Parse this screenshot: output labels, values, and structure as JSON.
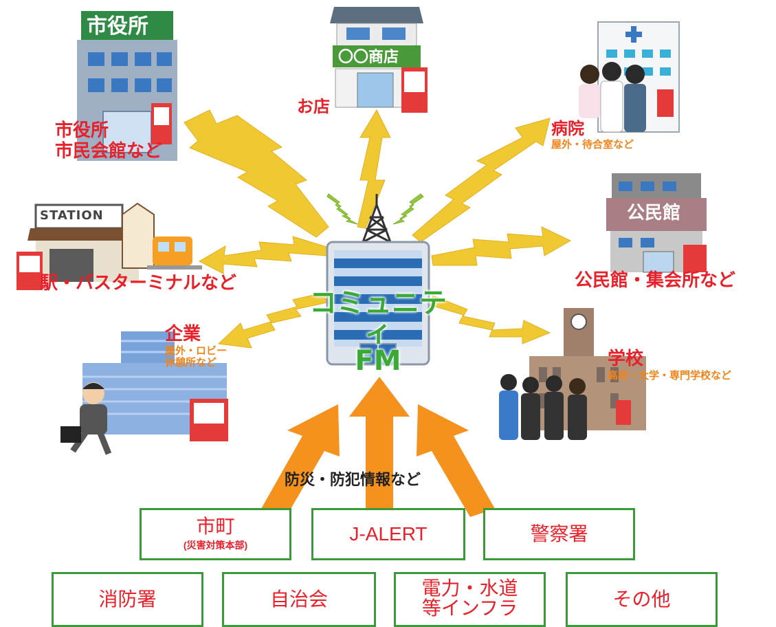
{
  "center": {
    "line1": "コミュニティ",
    "line2": "FM"
  },
  "city_hall": {
    "sign": "市役所",
    "label1": "市役所",
    "label2": "市民会館など"
  },
  "shop": {
    "sign": "〇〇商店",
    "label": "お店"
  },
  "hospital": {
    "label": "病院",
    "sub": "屋外・待合室など"
  },
  "station": {
    "sign": "STATION",
    "label": "駅・バスターミナルなど"
  },
  "community_hall": {
    "sign": "公民館",
    "label": "公民館・集会所など"
  },
  "company": {
    "label": "企業",
    "sub1": "屋外・ロビー",
    "sub2": "休憩所など"
  },
  "school": {
    "label": "学校",
    "sub": "高校・大学・専門学校など"
  },
  "inputs_label": "防災・防犯情報など",
  "sources": [
    {
      "label": "市町",
      "sub": "(災害対策本部)"
    },
    {
      "label": "J-ALERT"
    },
    {
      "label": "警察署"
    },
    {
      "label": "消防署"
    },
    {
      "label": "自治会"
    },
    {
      "label": "電力・水道",
      "label2": "等インフラ"
    },
    {
      "label": "その他"
    }
  ],
  "colors": {
    "signal": "#f0c832",
    "input_arrow": "#f5921e",
    "box_border": "#3a9a3a",
    "label_red": "#e8202a",
    "label_orange": "#f0841a",
    "title_green": "#3aa935"
  }
}
